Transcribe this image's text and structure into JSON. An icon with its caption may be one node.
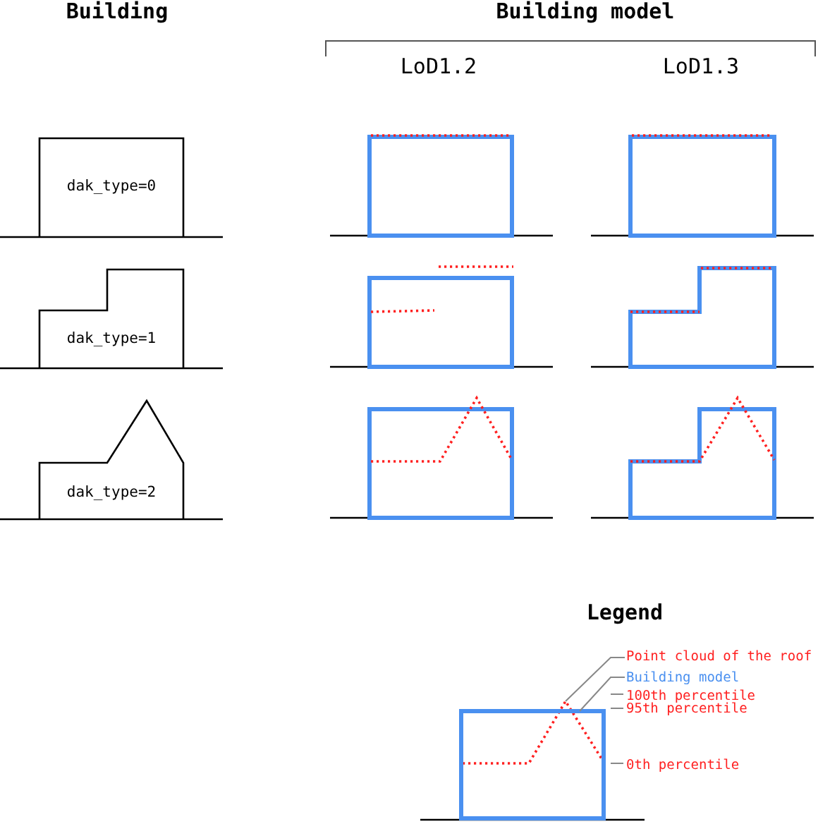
{
  "diagram": {
    "nodes": [
      {
        "text": [
          "dak_type=0"
        ]
      },
      {
        "text": [
          "dak_type=1"
        ]
      },
      {
        "text": [
          "dak_type=2"
        ]
      },
      {
        "text": [
          "Point cloud of the roof"
        ]
      },
      {
        "text": [
          "Building model"
        ]
      },
      {
        "text": [],
        "shape": "picture"
      },
      {
        "text": [],
        "shape": "box"
      }
    ],
    "edges": [
      {
        "from": 3,
        "to": 5,
        "arrow": "none"
      },
      {
        "from": 4,
        "to": 6,
        "arrow": "none"
      }
    ],
    "labels": [
      "Building",
      "Building model",
      "LoD1.2",
      "LoD1.3",
      "Legend",
      "100th percentile",
      "95th percentile",
      "0th percentile"
    ]
  }
}
